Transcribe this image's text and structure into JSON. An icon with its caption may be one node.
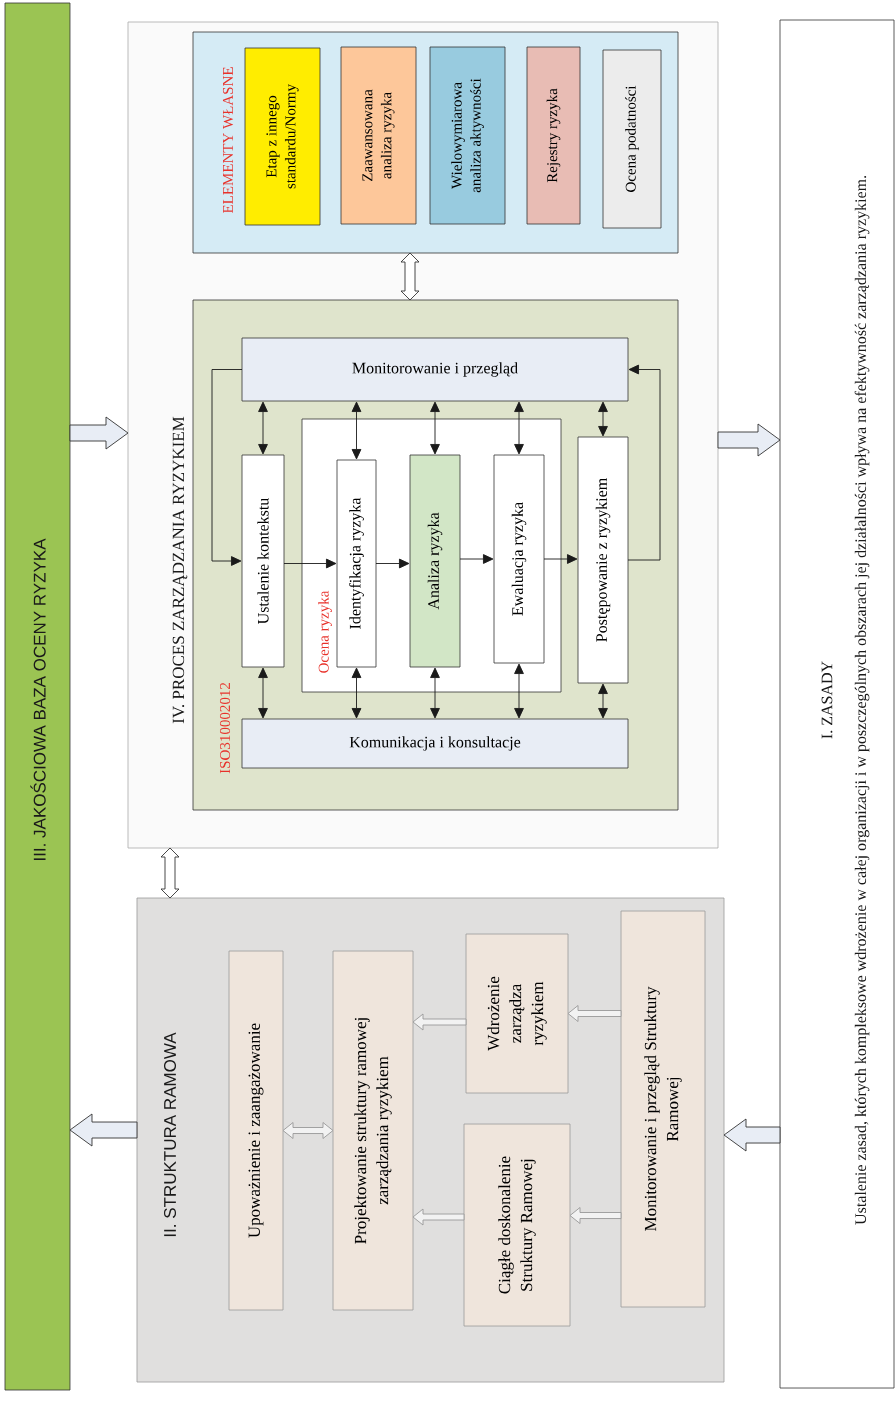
{
  "diagram": {
    "nodes": [
      {
        "text": [
          "III. JAKOŚCIOWA BAZA OCENY RYZYKA"
        ]
      },
      {
        "text": [
          "IV. PROCES ZARZĄDZANIA RYZYKIEM"
        ]
      },
      {
        "text": [
          "ELEMENTY WŁASNE"
        ],
        "in": 1
      },
      {
        "text": [
          "Etap z innego standardu/Normy"
        ],
        "in": 2
      },
      {
        "text": [
          "Zaawansowana analiza ryzyka"
        ],
        "in": 2
      },
      {
        "text": [
          "Wielowymiarowa analiza aktywności"
        ],
        "in": 2
      },
      {
        "text": [
          "Rejestry ryzyka"
        ],
        "in": 2
      },
      {
        "text": [
          "Ocena podatności"
        ],
        "in": 2
      },
      {
        "text": [
          "ISO310002012"
        ],
        "in": 1
      },
      {
        "text": [
          "Monitorowanie i przegląd"
        ],
        "in": 8
      },
      {
        "text": [
          "Ocena ryzyka"
        ],
        "in": 8
      },
      {
        "text": [
          "Ustalenie kontekstu"
        ],
        "in": 8
      },
      {
        "text": [
          "Identyfikacja ryzyka"
        ],
        "in": 10
      },
      {
        "text": [
          "Analiza ryzyka"
        ],
        "in": 10
      },
      {
        "text": [
          "Ewaluacja ryzyka"
        ],
        "in": 10
      },
      {
        "text": [
          "Postępowanie z ryzykiem"
        ],
        "in": 8
      },
      {
        "text": [
          "Komunikacja i konsultacje"
        ],
        "in": 8
      },
      {
        "text": [
          "II. STRUKTURA RAMOWA"
        ]
      },
      {
        "text": [
          "Upoważnienie i zaangażowanie"
        ],
        "in": 17
      },
      {
        "text": [
          "Projektowanie struktury ramowej zarządzania ryzykiem"
        ],
        "in": 17
      },
      {
        "text": [
          "Wdrożenie zarządza ryzykiem"
        ],
        "in": 17
      },
      {
        "text": [
          "Ciągłe doskonalenie Struktury Ramowej"
        ],
        "in": 17
      },
      {
        "text": [
          "Monitorowanie i przegląd Struktury Ramowej"
        ],
        "in": 17
      },
      {
        "text": [
          "I. ZASADY",
          "Ustalenie zasad, których kompleksowe wdrożenie w całej organizacji i w poszczególnych obszarach jej działalności wpływa na efektywność zarządzania ryzykiem."
        ]
      }
    ],
    "edges": [
      {
        "from": 0,
        "to": 1,
        "arrow": "to",
        "style": "thick"
      },
      {
        "from": 1,
        "to": 23,
        "arrow": "to",
        "style": "thick"
      },
      {
        "from": 23,
        "to": 17,
        "arrow": "to",
        "style": "thick"
      },
      {
        "from": 17,
        "to": 0,
        "arrow": "to",
        "style": "thick"
      },
      {
        "from": 2,
        "to": 8,
        "arrow": "both",
        "style": "thick"
      },
      {
        "from": 1,
        "to": 17,
        "arrow": "both",
        "style": "thick"
      },
      {
        "from": 9,
        "to": 11,
        "arrow": "both"
      },
      {
        "from": 9,
        "to": 12,
        "arrow": "both"
      },
      {
        "from": 9,
        "to": 13,
        "arrow": "both"
      },
      {
        "from": 9,
        "to": 14,
        "arrow": "both"
      },
      {
        "from": 9,
        "to": 15,
        "arrow": "both"
      },
      {
        "from": 11,
        "to": 16,
        "arrow": "both"
      },
      {
        "from": 12,
        "to": 16,
        "arrow": "both"
      },
      {
        "from": 13,
        "to": 16,
        "arrow": "both"
      },
      {
        "from": 14,
        "to": 16,
        "arrow": "both"
      },
      {
        "from": 15,
        "to": 16,
        "arrow": "both"
      },
      {
        "from": 11,
        "to": 12,
        "arrow": "to"
      },
      {
        "from": 12,
        "to": 13,
        "arrow": "to"
      },
      {
        "from": 13,
        "to": 14,
        "arrow": "to"
      },
      {
        "from": 14,
        "to": 15,
        "arrow": "to"
      },
      {
        "from": 15,
        "to": 9,
        "arrow": "to"
      },
      {
        "from": 9,
        "to": 11,
        "arrow": "to"
      },
      {
        "from": 18,
        "to": 19,
        "arrow": "both",
        "style": "thick",
        "color": "#999999"
      },
      {
        "from": 20,
        "to": 19,
        "arrow": "to",
        "style": "thick",
        "color": "#999999"
      },
      {
        "from": 21,
        "to": 19,
        "arrow": "to",
        "style": "thick",
        "color": "#999999"
      },
      {
        "from": 22,
        "to": 20,
        "arrow": "to",
        "style": "thick",
        "color": "#999999"
      },
      {
        "from": 22,
        "to": 21,
        "arrow": "to",
        "style": "thick",
        "color": "#999999"
      }
    ]
  }
}
